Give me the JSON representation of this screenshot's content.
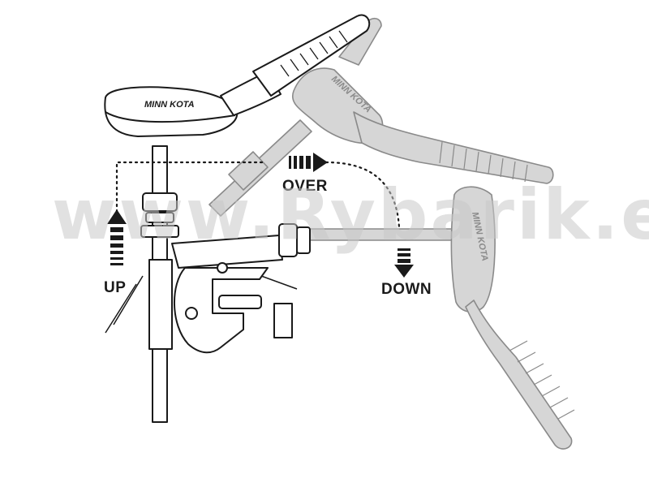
{
  "diagram": {
    "labels": {
      "up": "UP",
      "over": "OVER",
      "down": "DOWN"
    },
    "brand": {
      "main_logo": "MINN KOTA",
      "ghost_upper_logo": "MINN KOTA",
      "ghost_lower_logo": "MINN KOTA"
    },
    "watermark": "www.Rybarik.eu",
    "colors": {
      "line": "#1a1a1a",
      "ghost_fill": "#d6d6d6",
      "ghost_stroke": "#8a8a8a",
      "watermark": "#c9c9c9"
    }
  }
}
